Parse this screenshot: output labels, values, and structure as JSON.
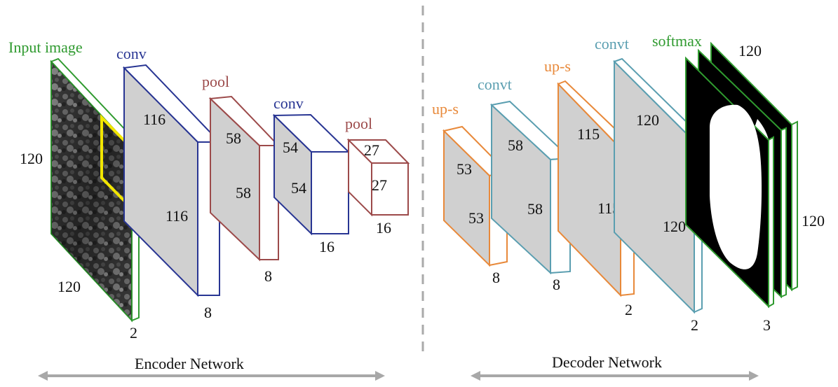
{
  "colors": {
    "input_green": "#2f9a2f",
    "conv_blue": "#283593",
    "pool_red": "#9c4a4a",
    "upsample_orange": "#e8893a",
    "convt_teal": "#5a9eb0",
    "softmax_green": "#2f9a2f",
    "face_gray": "#d0d0d0",
    "highlight_yellow": "#f2e600",
    "divider_gray": "#aaaaaa",
    "arrow_gray": "#a8a8a8"
  },
  "encoder": {
    "section_label": "Encoder Network",
    "input": {
      "label": "Input image",
      "height": "120",
      "width": "120",
      "depth": "2"
    },
    "conv1": {
      "label": "conv",
      "dim_a": "116",
      "dim_b": "116",
      "depth": "8"
    },
    "pool1": {
      "label": "pool",
      "dim_a": "58",
      "dim_b": "58",
      "depth": "8"
    },
    "conv2": {
      "label": "conv",
      "dim_a": "54",
      "dim_b": "54",
      "depth": "16"
    },
    "pool2": {
      "label": "pool",
      "dim_a": "27",
      "dim_b": "27",
      "depth": "16"
    }
  },
  "decoder": {
    "section_label": "Decoder Network",
    "upsample1": {
      "label": "up-s",
      "dim_a": "53",
      "dim_b": "53",
      "depth": "8"
    },
    "convt1": {
      "label": "convt",
      "dim_a": "58",
      "dim_b": "58",
      "depth": "8"
    },
    "upsample2": {
      "label": "up-s",
      "dim_a": "115",
      "dim_b": "115",
      "depth": "2"
    },
    "convt2": {
      "label": "convt",
      "dim_a": "120",
      "dim_b": "120",
      "depth": "2"
    },
    "softmax": {
      "label": "softmax",
      "width": "120",
      "height": "120",
      "depth": "3"
    }
  }
}
